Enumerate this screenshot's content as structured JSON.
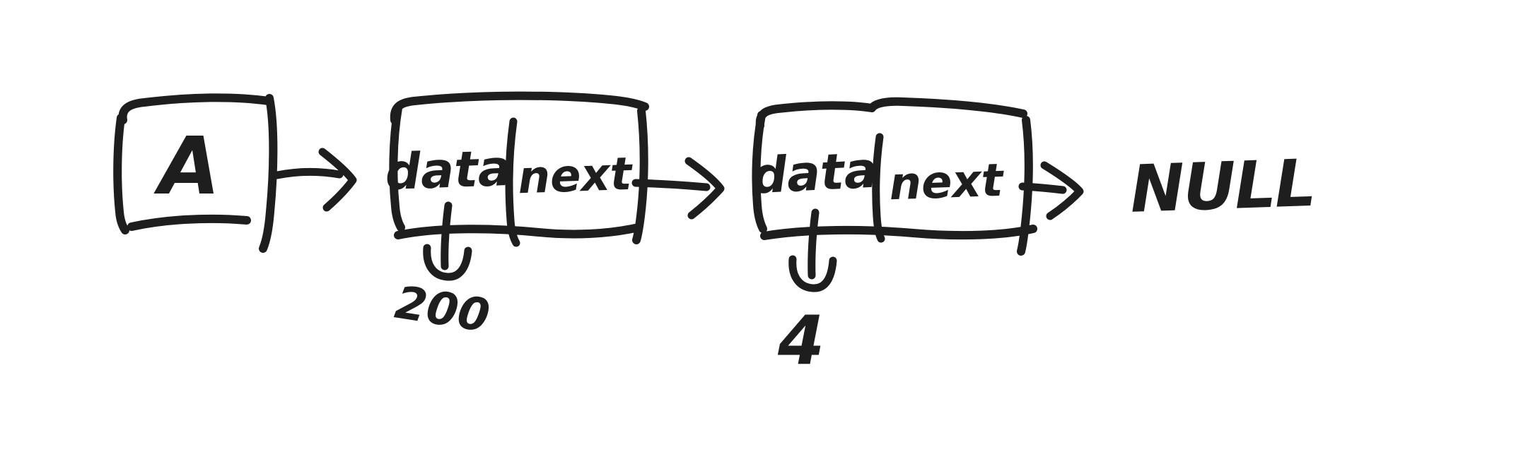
{
  "canvas": {
    "background": "#ffffff",
    "ink": "#1e1e1e",
    "style": "hand-drawn-sketch"
  },
  "diagram": {
    "type": "singly-linked-list",
    "head": {
      "label": "A"
    },
    "nodes": [
      {
        "data_label": "data",
        "next_label": "next",
        "data_value": "200"
      },
      {
        "data_label": "data",
        "next_label": "next",
        "data_value": "4"
      }
    ],
    "terminator": "NULL",
    "icons": {
      "right_arrow": "→",
      "down_arrow": "↓"
    },
    "edges": [
      {
        "from": "head",
        "to": "node-1",
        "icon": "right-arrow"
      },
      {
        "from": "node-1.next",
        "to": "node-2",
        "icon": "right-arrow"
      },
      {
        "from": "node-2.next",
        "to": "NULL",
        "icon": "right-arrow"
      },
      {
        "from": "node-1.data",
        "to": "200",
        "icon": "down-arrow"
      },
      {
        "from": "node-2.data",
        "to": "4",
        "icon": "down-arrow"
      }
    ]
  }
}
